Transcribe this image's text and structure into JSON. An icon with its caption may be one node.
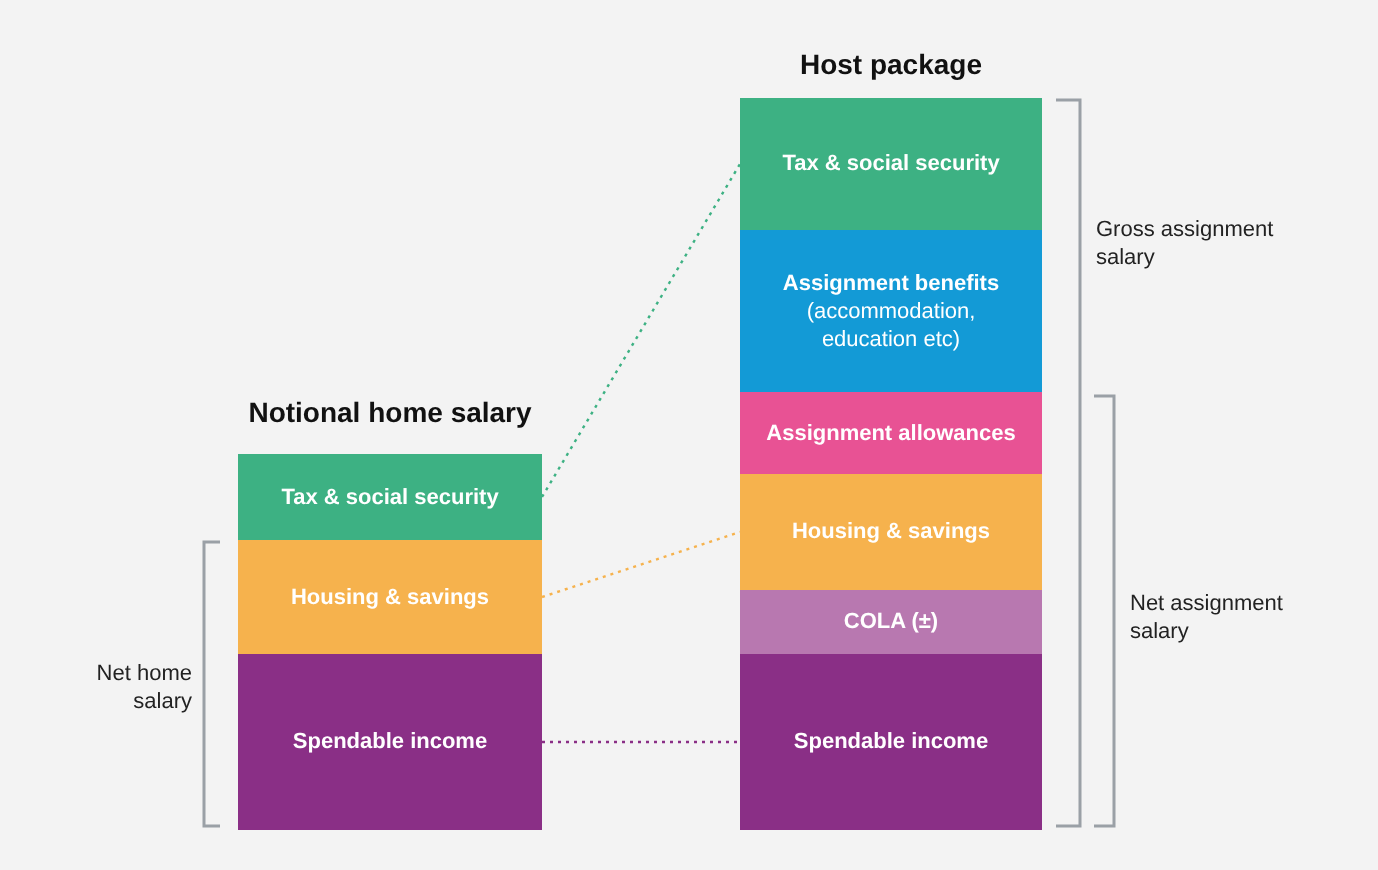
{
  "diagram": {
    "nodes": [
      {
        "text": [
          "Notional home salary"
        ]
      },
      {
        "text": [
          "Tax & social security"
        ],
        "in": 0
      },
      {
        "text": [
          "Housing & savings"
        ],
        "in": 0
      },
      {
        "text": [
          "Spendable income"
        ],
        "in": 0
      },
      {
        "text": [
          "Host package"
        ]
      },
      {
        "text": [
          "Tax & social security"
        ],
        "in": 4
      },
      {
        "text": [
          "Assignment benefits",
          "(accommodation, education etc)"
        ],
        "in": 4
      },
      {
        "text": [
          "Assignment allowances"
        ],
        "in": 4
      },
      {
        "text": [
          "Housing & savings"
        ],
        "in": 4
      },
      {
        "text": [
          "COLA (±)"
        ],
        "in": 4
      },
      {
        "text": [
          "Spendable income"
        ],
        "in": 4
      }
    ],
    "edges": [
      {
        "from": 1,
        "to": 5,
        "arrow": "none",
        "style": "dashed",
        "color": "#3db183"
      },
      {
        "from": 2,
        "to": 8,
        "arrow": "none",
        "style": "dashed",
        "color": "#f6b24d"
      },
      {
        "from": 3,
        "to": 10,
        "arrow": "none",
        "style": "dashed",
        "color": "#8a2f86"
      }
    ],
    "labels": [
      "Gross assignment salary",
      "Net assignment salary",
      "Net home salary"
    ]
  }
}
